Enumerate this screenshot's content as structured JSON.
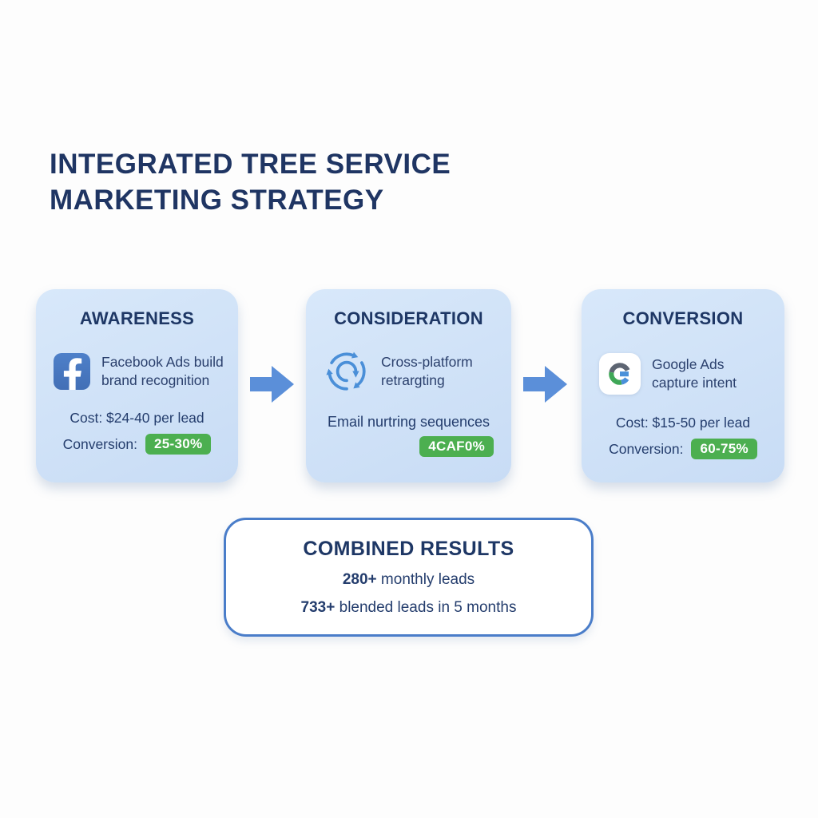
{
  "title": {
    "line1": "INTEGRATED TREE SERVICE",
    "line2": "MARKETING STRATEGY"
  },
  "stages": [
    {
      "heading": "AWARENESS",
      "icon": "facebook",
      "desc_line1": "Facebook Ads build",
      "desc_line2": "brand recognition",
      "cost": "Cost: $24-40 per lead",
      "conversion_label": "Conversion:",
      "conversion_value": "25-30%"
    },
    {
      "heading": "CONSIDERATION",
      "icon": "retargeting-cycle",
      "desc_line1": "Cross-platform",
      "desc_line2": "retrargting",
      "secondary_line": "Email nurtring sequences",
      "badge_value": "4CAF0%"
    },
    {
      "heading": "CONVERSION",
      "icon": "google",
      "desc_line1": "Google Ads",
      "desc_line2": "capture intent",
      "cost": "Cost: $15-50 per lead",
      "conversion_label": "Conversion:",
      "conversion_value": "60-75%"
    }
  ],
  "results": {
    "heading": "COMBINED RESULTS",
    "stat1_value": "280+",
    "stat1_label": " monthly leads",
    "stat2_value": "733+",
    "stat2_label": " blended leads in 5 months"
  },
  "colors": {
    "accent_blue": "#5b8fd9",
    "badge_green": "#4CAF50",
    "navy_text": "#1f3563",
    "card_bg": "#cfe1f7",
    "facebook_blue": "#4a7ac4",
    "results_border": "#4a7dc9"
  }
}
